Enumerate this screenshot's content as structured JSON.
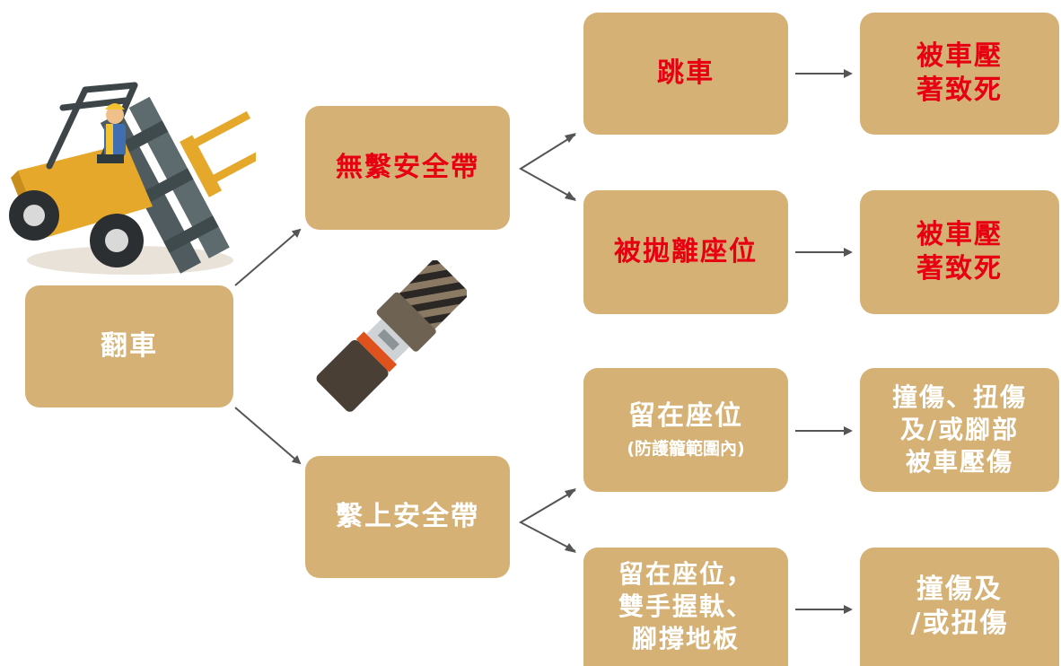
{
  "colors": {
    "box": "#d6b176",
    "danger_text": "#e60012",
    "normal_text": "#ffffff",
    "arrow": "#555555"
  },
  "icons": [
    "forklift-illustration",
    "seatbelt-buckle-illustration"
  ],
  "nodes": {
    "root": [
      "翻車"
    ],
    "no_belt": [
      "無繫安全帶"
    ],
    "belt": [
      "繫上安全帶"
    ],
    "jump": [
      "跳車"
    ],
    "thrown": [
      "被拋離座位"
    ],
    "stay": [
      "留在座位",
      "(防護籠範圍內)"
    ],
    "stay_hold": [
      "留在座位，",
      "雙手握軚、",
      "腳撐地板"
    ],
    "crush1": [
      "被車壓",
      "著致死"
    ],
    "crush2": [
      "被車壓",
      "著致死"
    ],
    "injury1": [
      "撞傷、扭傷",
      "及/或腳部",
      "被車壓傷"
    ],
    "injury2": [
      "撞傷及",
      "/或扭傷"
    ]
  }
}
